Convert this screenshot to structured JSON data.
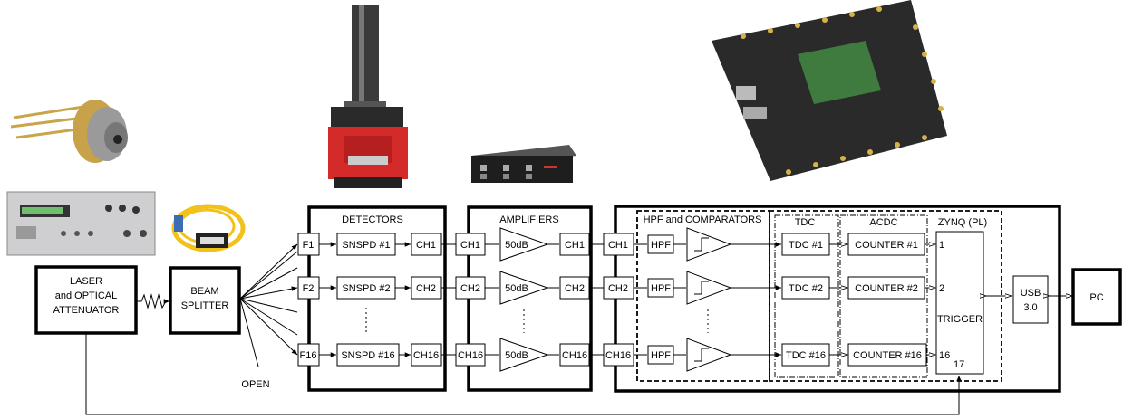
{
  "laser": {
    "lines": [
      "LASER",
      "and OPTICAL",
      "ATTENUATOR"
    ]
  },
  "splitter": {
    "lines": [
      "BEAM",
      "SPLITTER"
    ]
  },
  "open_label": "OPEN",
  "detectors": {
    "title": "DETECTORS",
    "fibers": [
      "F1",
      "F2",
      "F16"
    ],
    "snspd": [
      "SNSPD #1",
      "SNSPD #2",
      "SNSPD #16"
    ],
    "out": [
      "CH1",
      "CH2",
      "CH16"
    ]
  },
  "amplifiers": {
    "title": "AMPLIFIERS",
    "in": [
      "CH1",
      "CH2",
      "CH16"
    ],
    "gain": [
      "50dB",
      "50dB",
      "50dB"
    ],
    "out": [
      "CH1",
      "CH2",
      "CH16"
    ]
  },
  "fpga": {
    "in": [
      "CH1",
      "CH2",
      "CH16"
    ],
    "comparators_title": "HPF and COMPARATORS",
    "hpf": [
      "HPF",
      "HPF",
      "HPF"
    ],
    "tdc_title": "TDC",
    "tdc": [
      "TDC #1",
      "TDC #2",
      "TDC #16"
    ],
    "acdc_title": "ACDC",
    "counters": [
      "COUNTER #1",
      "COUNTER #2",
      "COUNTER #16"
    ],
    "zynq_title": "ZYNQ (PL)",
    "zynq_ports": [
      "1",
      "2",
      "16",
      "17"
    ],
    "trigger": "TRIGGER",
    "usb": [
      "USB",
      "3.0"
    ]
  },
  "pc": "PC",
  "icons": [
    "laser-diode-photo",
    "laser-source-photo",
    "fiber-splitter-photo",
    "cryostat-photo",
    "amplifier-photo",
    "fpga-board-photo"
  ]
}
